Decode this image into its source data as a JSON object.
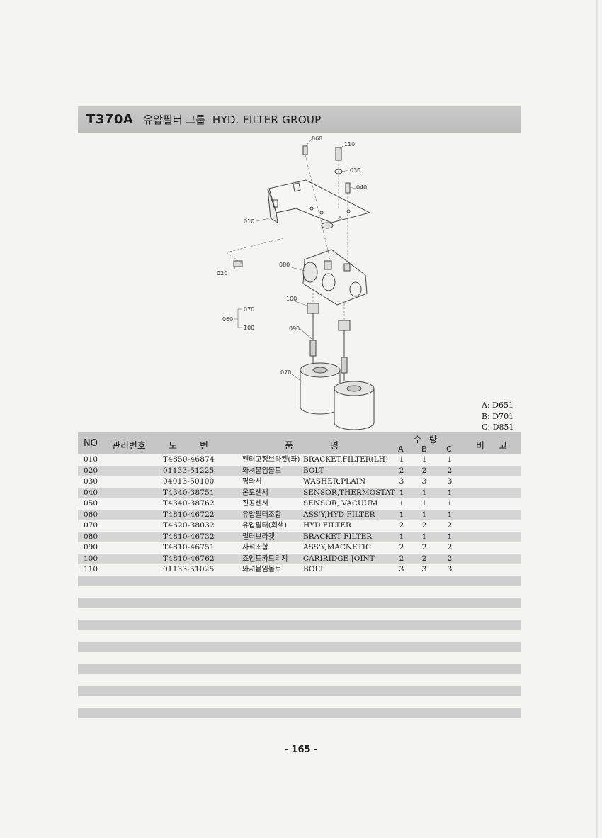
{
  "title": {
    "code": "T370A",
    "korean": "유압필터 그룹",
    "english": "HYD. FILTER GROUP"
  },
  "diagram": {
    "labels": {
      "l060": "060",
      "l110": "110",
      "l030": "030",
      "l040": "040",
      "l010": "010",
      "l020": "020",
      "l080": "080",
      "l100": "100",
      "l060b": "060",
      "l070a": "070",
      "l100b": "100",
      "l090": "090",
      "l070": "070"
    }
  },
  "models": [
    "A: D651",
    "B: D701",
    "C: D851"
  ],
  "table": {
    "headers": {
      "no": "NO",
      "mgmt": "관리번호",
      "drawing_1": "도",
      "drawing_2": "번",
      "name_1": "품",
      "name_2": "명",
      "qty_1": "수",
      "qty_2": "량",
      "a": "A",
      "b": "B",
      "c": "C",
      "remarks_1": "비",
      "remarks_2": "고"
    },
    "rows": [
      {
        "no": "010",
        "drawing": "T4850-46874",
        "ko": "펜터고정브라켓(좌)",
        "en": "BRACKET,FILTER(LH)",
        "a": "1",
        "b": "1",
        "c": "1"
      },
      {
        "no": "020",
        "drawing": "01133-51225",
        "ko": "와셔붙임볼트",
        "en": "BOLT",
        "a": "2",
        "b": "2",
        "c": "2"
      },
      {
        "no": "030",
        "drawing": "04013-50100",
        "ko": "평와셔",
        "en": "WASHER,PLAIN",
        "a": "3",
        "b": "3",
        "c": "3"
      },
      {
        "no": "040",
        "drawing": "T4340-38751",
        "ko": "온도센서",
        "en": "SENSOR,THERMOSTAT",
        "a": "1",
        "b": "1",
        "c": "1"
      },
      {
        "no": "050",
        "drawing": "T4340-38762",
        "ko": "진공센서",
        "en": "SENSOR, VACUUM",
        "a": "1",
        "b": "1",
        "c": "1"
      },
      {
        "no": "060",
        "drawing": "T4810-46722",
        "ko": "유압필터조합",
        "en": "ASS'Y,HYD FILTER",
        "a": "1",
        "b": "1",
        "c": "1"
      },
      {
        "no": "070",
        "drawing": "T4620-38032",
        "ko": "유압필터(회색)",
        "en": "HYD FILTER",
        "a": "2",
        "b": "2",
        "c": "2"
      },
      {
        "no": "080",
        "drawing": "T4810-46732",
        "ko": "필터브라켓",
        "en": "BRACKET FILTER",
        "a": "1",
        "b": "1",
        "c": "1"
      },
      {
        "no": "090",
        "drawing": "T4810-46751",
        "ko": "자석조합",
        "en": "ASS'Y,MACNETIC",
        "a": "2",
        "b": "2",
        "c": "2"
      },
      {
        "no": "100",
        "drawing": "T4810-46762",
        "ko": "죠인트카트리지",
        "en": "CARIRIDGE JOINT",
        "a": "2",
        "b": "2",
        "c": "2"
      },
      {
        "no": "110",
        "drawing": "01133-51025",
        "ko": "와셔붙임볼트",
        "en": "BOLT",
        "a": "3",
        "b": "3",
        "c": "3"
      }
    ]
  },
  "page_number": "- 165 -"
}
